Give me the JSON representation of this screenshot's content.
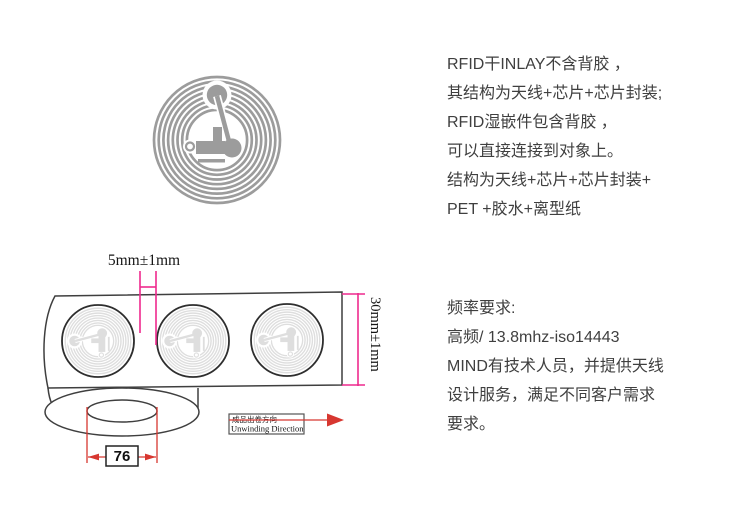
{
  "colors": {
    "pink": "#ee2a8d",
    "red": "#d73730",
    "line": "#3f3f3f",
    "coil": "#9c9c9c",
    "text": "#3f3f3f"
  },
  "intro_text": {
    "lines": [
      "RFID干INLAY不含背胶 ，",
      "其结构为天线+芯片+芯片封装;",
      "RFID湿嵌件包含背胶 ，",
      "可以直接连接到对象上。",
      "结构为天线+芯片+芯片封装+",
      "PET +胶水+离型纸"
    ]
  },
  "frequency_text": {
    "lines": [
      "频率要求:",
      "高频/ 13.8mhz-iso14443",
      "MIND有技术人员，并提供天线",
      "设计服务，满足不同客户需求",
      "要求。"
    ]
  },
  "dimensions": {
    "gap": "5mm±1mm",
    "height": "30mm±1mm",
    "core": "76"
  },
  "unwinding": {
    "cn": "成品出卷方向",
    "en": "Unwinding Direction"
  }
}
